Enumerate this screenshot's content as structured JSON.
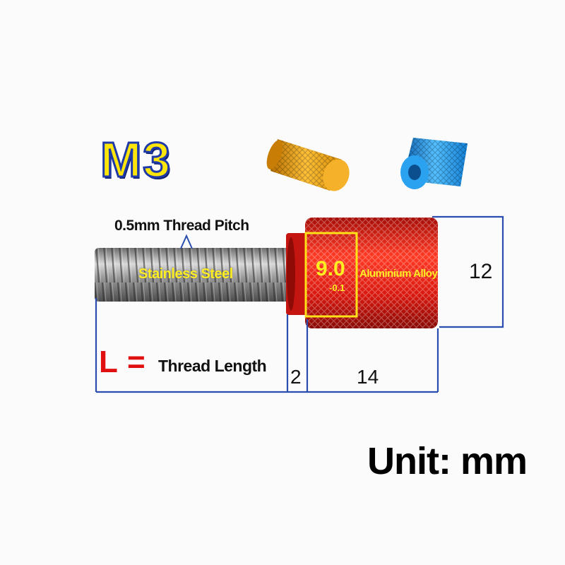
{
  "title": "M3",
  "labels": {
    "thread_pitch": "0.5mm Thread Pitch",
    "screw_material": "Stainless Steel",
    "diameter": "9.0",
    "diameter_tolerance": "-0.1",
    "head_material": "Aluminium Alloy",
    "height": "12",
    "length_symbol": "L",
    "equals": "=",
    "thread_length": "Thread Length",
    "shoulder": "2",
    "head_length": "14",
    "unit": "Unit: mm"
  },
  "colors": {
    "title_fill": "#ffe60a",
    "title_outline": "#1f3aa8",
    "dimension_line": "#2a4db0",
    "highlight": "#ffee22",
    "head_red": "#d81a12",
    "cap_gold": "#f0a414",
    "cap_blue": "#1c8fe0",
    "screw_steel": "#a9a9a9"
  }
}
